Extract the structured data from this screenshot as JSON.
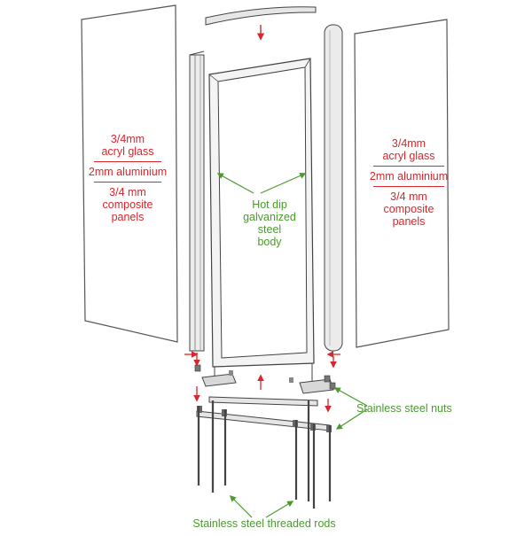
{
  "left_panel": {
    "material_1": "3/4mm\nacryl glass",
    "material_2": "2mm aluminium",
    "material_3": "3/4 mm\ncomposite\npanels"
  },
  "right_panel": {
    "material_1": "3/4mm\nacryl glass",
    "material_2": "2mm aluminium",
    "material_3": "3/4 mm\ncomposite\npanels"
  },
  "body_label": "Hot dip\ngalvanized\nsteel\nbody",
  "nuts_label": "Stainless steel nuts",
  "rods_label": "Stainless steel threaded rods",
  "colors": {
    "material_text": "#d8262c",
    "callout_text": "#4a9a2e",
    "arrow_red": "#d8262c",
    "arrow_green": "#4a9a2e",
    "outline": "#444444"
  }
}
